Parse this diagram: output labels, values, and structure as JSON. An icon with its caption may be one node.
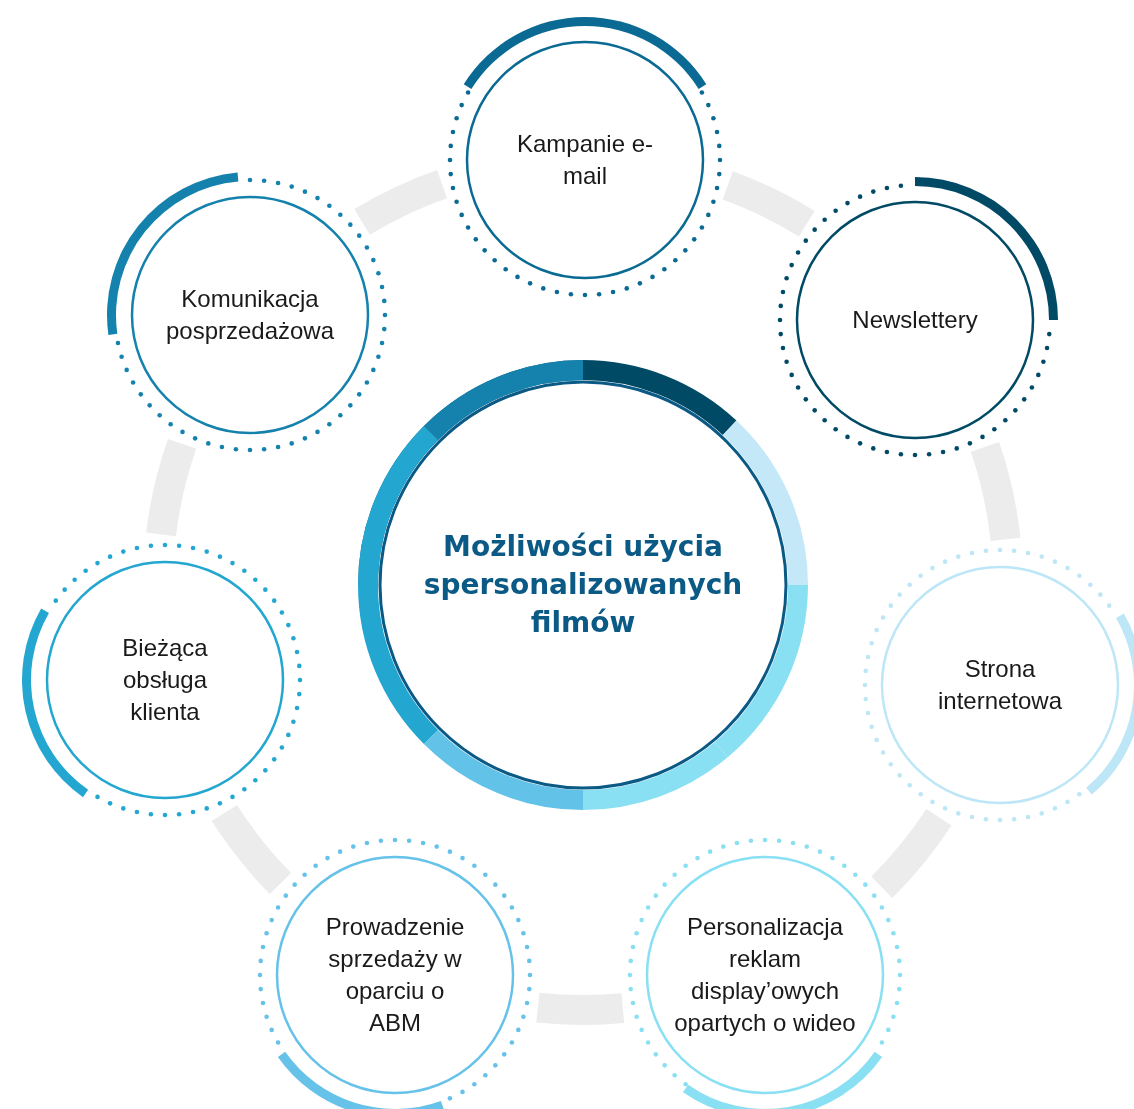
{
  "diagram": {
    "nodes": [
      {
        "text": [
          "Możliwości użycia spersonalizowanych filmów"
        ]
      },
      {
        "text": [
          "Kampanie e-mail"
        ]
      },
      {
        "text": [
          "Newslettery"
        ]
      },
      {
        "text": [
          "Strona internetowa"
        ]
      },
      {
        "text": [
          "Personalizacja reklam display’owych opartych o wideo"
        ]
      },
      {
        "text": [
          "Prowadzenie sprzedaży w oparciu o ABM"
        ]
      },
      {
        "text": [
          "Bieżąca obsługa klienta"
        ]
      },
      {
        "text": [
          "Komunikacja posprzedażowa"
        ]
      }
    ]
  }
}
